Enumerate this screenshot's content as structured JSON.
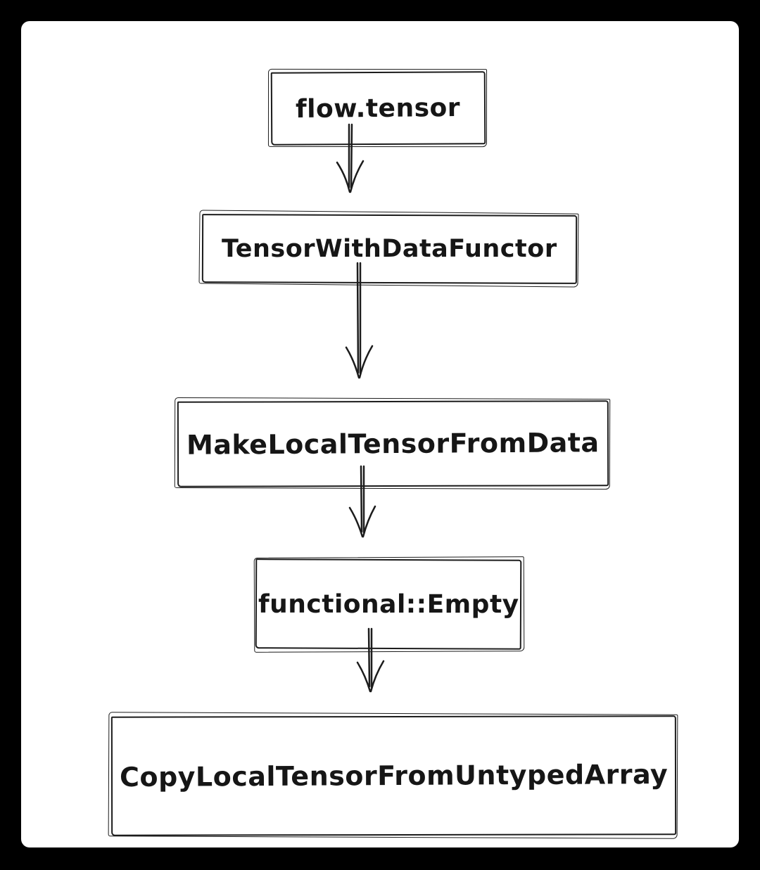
{
  "diagram": {
    "type": "flowchart",
    "direction": "top-down",
    "nodes": [
      {
        "id": "flow-tensor",
        "label": "flow.tensor"
      },
      {
        "id": "tensor-with-data-functor",
        "label": "TensorWithDataFunctor"
      },
      {
        "id": "make-local-tensor-from-data",
        "label": "MakeLocalTensorFromData"
      },
      {
        "id": "functional-empty",
        "label": "functional::Empty"
      },
      {
        "id": "copy-local-tensor-from-untyped-array",
        "label": "CopyLocalTensorFromUntypedArray"
      }
    ],
    "edges": [
      {
        "from": "flow.tensor",
        "to": "TensorWithDataFunctor"
      },
      {
        "from": "TensorWithDataFunctor",
        "to": "MakeLocalTensorFromData"
      },
      {
        "from": "MakeLocalTensorFromData",
        "to": "functional::Empty"
      },
      {
        "from": "functional::Empty",
        "to": "CopyLocalTensorFromUntypedArray"
      }
    ],
    "colors": {
      "frame_background": "#000000",
      "canvas_background": "#ffffff",
      "stroke": "#1c1c1c",
      "text": "#161616"
    }
  }
}
